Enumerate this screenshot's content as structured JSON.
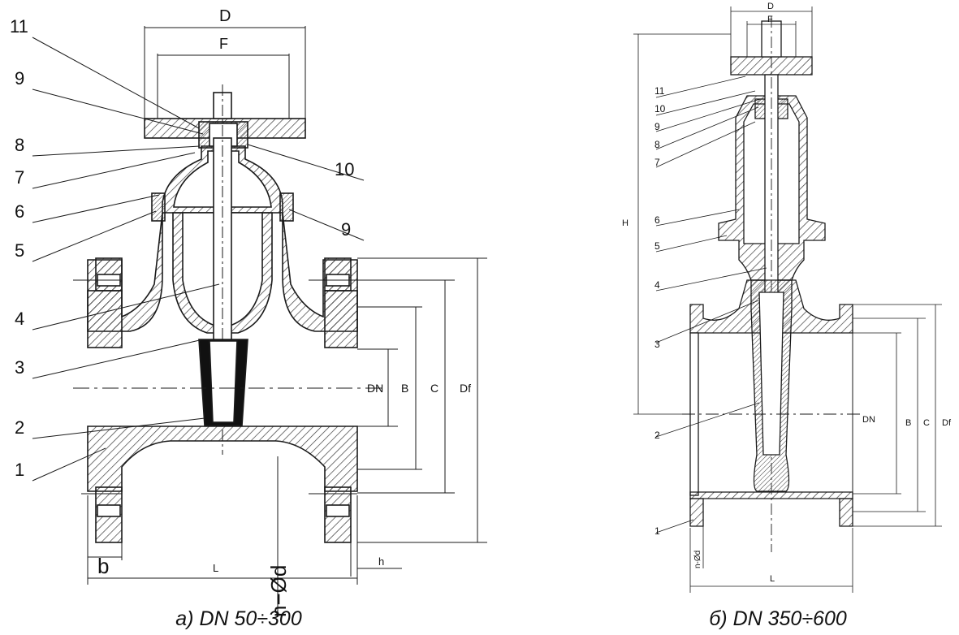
{
  "left_drawing": {
    "callouts": [
      "11",
      "9",
      "8",
      "7",
      "6",
      "5",
      "4",
      "3",
      "2",
      "1",
      "10",
      "9"
    ],
    "dims": {
      "D": "D",
      "F": "F",
      "DN": "DN",
      "B": "B",
      "C": "C",
      "Df": "Df",
      "b": "b",
      "L": "L",
      "h": "h",
      "nd": "n−Ød"
    },
    "caption": "а) DN 50÷300"
  },
  "right_drawing": {
    "callouts": [
      "11",
      "10",
      "9",
      "8",
      "7",
      "6",
      "5",
      "4",
      "3",
      "2",
      "1"
    ],
    "dims": {
      "D": "D",
      "F": "F",
      "H": "H",
      "DN": "DN",
      "B": "B",
      "C": "C",
      "Df": "Df",
      "L": "L",
      "nd": "n-Ød"
    },
    "caption": "б) DN 350÷600"
  },
  "colors": {
    "line": "#1a1a1a",
    "hatch": "#3a3a3a",
    "seal": "#111111"
  }
}
